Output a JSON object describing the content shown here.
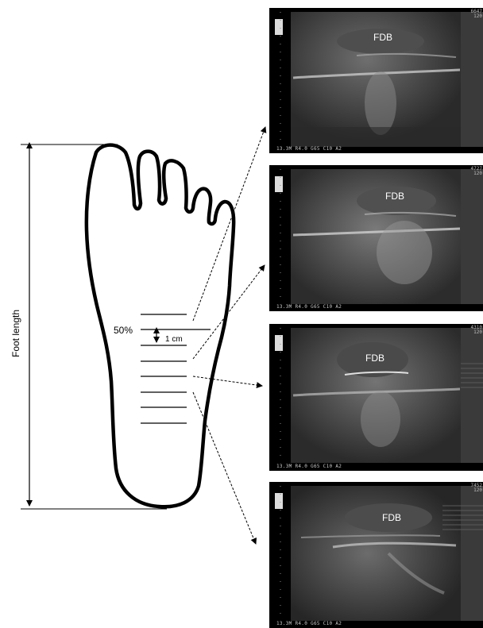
{
  "foot_diagram": {
    "foot_length_label": "Foot length",
    "percent_label": "50%",
    "spacing_label": "1 cm"
  },
  "ultrasound_panels": [
    {
      "label": "FDB",
      "footer": "13.3M R4.0 G65 C10 A2",
      "readout_top": "6647",
      "readout_bottom": "120"
    },
    {
      "label": "FDB",
      "footer": "13.3M R4.0 G65 C10 A2",
      "readout_top": "4727",
      "readout_bottom": "120"
    },
    {
      "label": "FDB",
      "footer": "13.3M R4.0 G65 C10 A2",
      "readout_top": "4310",
      "readout_bottom": "120"
    },
    {
      "label": "FDB",
      "footer": "13.3M R4.0 G65 C10 A2",
      "readout_top": "7452",
      "readout_bottom": "120"
    }
  ]
}
